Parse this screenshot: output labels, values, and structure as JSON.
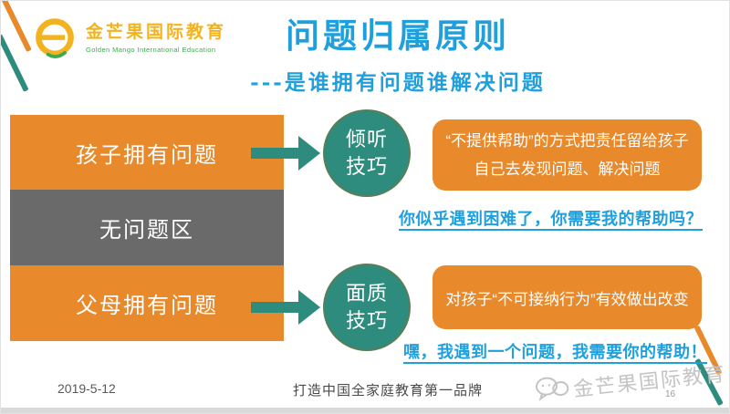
{
  "colors": {
    "orange": "#E8892B",
    "teal": "#2E8C7E",
    "blue": "#1F9FDC",
    "gray_box": "#6A6A6A",
    "logo_yellow": "#F2B31F",
    "logo_green": "#3FA84C",
    "footer_bar": "#D9D9D9",
    "watermark_gray": "#C4C4C4"
  },
  "logo": {
    "title": "金芒果国际教育",
    "subtitle": "Golden Mango International Education"
  },
  "header": {
    "title": "问题归属原则",
    "subtitle": "---是谁拥有问题谁解决问题"
  },
  "diagram": {
    "box_child": "孩子拥有问题",
    "box_none": "无问题区",
    "box_parent": "父母拥有问题",
    "circle_listen_line1": "倾听",
    "circle_listen_line2": "技巧",
    "circle_confront_line1": "面质",
    "circle_confront_line2": "技巧",
    "callout_child_line1": "“不提供帮助”的方式把责任留给孩子",
    "callout_child_line2": "自己去发现问题、解决问题",
    "callout_parent": "对孩子“不可接纳行为”有效做出改变",
    "note_child": "你似乎遇到困难了，你需要我的帮助吗？",
    "note_parent": "嘿，我遇到一个问题，我需要你的帮助！"
  },
  "footer": {
    "date": "2019-5-12",
    "slogan": "打造中国全家庭教育第一品牌",
    "watermark": "金芒果国际教育",
    "page_number": "16"
  }
}
